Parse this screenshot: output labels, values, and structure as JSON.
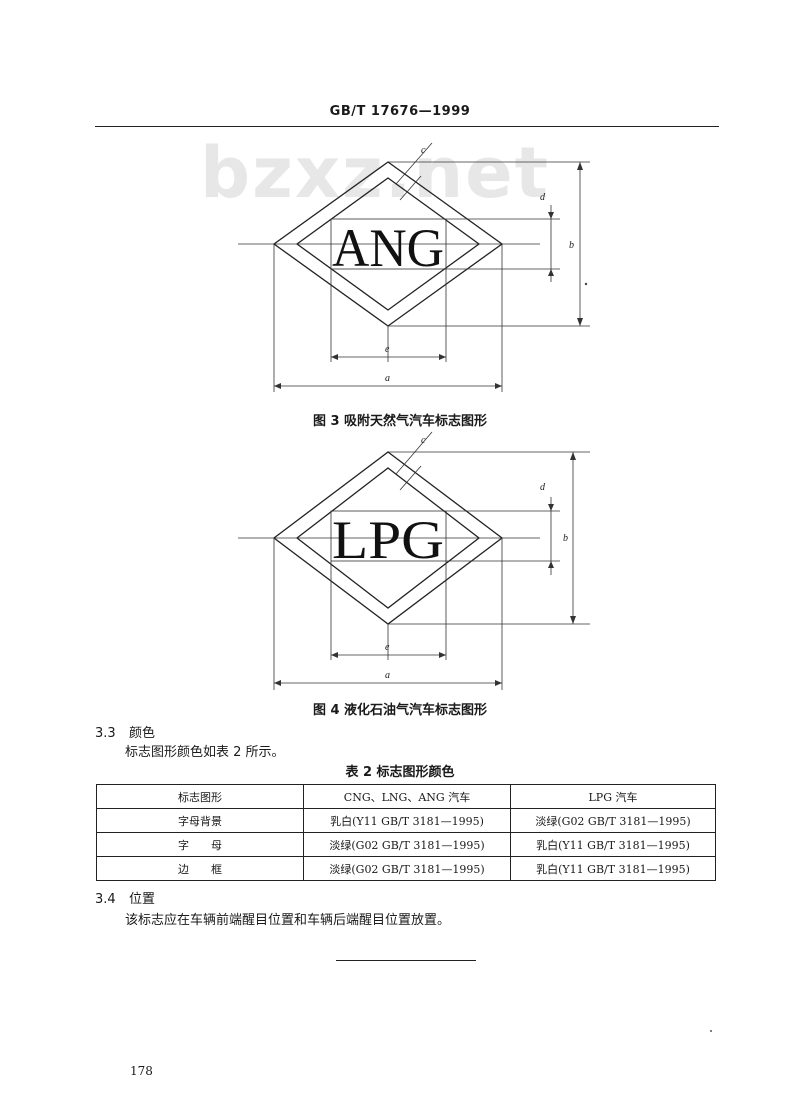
{
  "header": {
    "title": "GB/T 17676—1999"
  },
  "watermark": "bzxz.net",
  "figure3": {
    "letters": "ANG",
    "dims": {
      "a": "a",
      "b": "b",
      "c": "c",
      "d": "d",
      "e": "e"
    },
    "caption": "图 3   吸附天然气汽车标志图形"
  },
  "figure4": {
    "letters": "LPG",
    "dims": {
      "a": "a",
      "b": "b",
      "c": "c",
      "d": "d",
      "e": "e"
    },
    "caption": "图 4   液化石油气汽车标志图形"
  },
  "section_3_3": {
    "number": "3.3",
    "title": "颜色",
    "text": "标志图形颜色如表 2 所示。"
  },
  "table2": {
    "title": "表 2   标志图形颜色",
    "headers": [
      "标志图形",
      "CNG、LNG、ANG 汽车",
      "LPG 汽车"
    ],
    "rows": [
      [
        "字母背景",
        "乳白(Y11 GB/T 3181—1995)",
        "淡绿(G02 GB/T 3181—1995)"
      ],
      [
        "字　　母",
        "淡绿(G02 GB/T 3181—1995)",
        "乳白(Y11 GB/T 3181—1995)"
      ],
      [
        "边　　框",
        "淡绿(G02 GB/T 3181—1995)",
        "乳白(Y11 GB/T 3181—1995)"
      ]
    ]
  },
  "section_3_4": {
    "number": "3.4",
    "title": "位置",
    "text": "该标志应在车辆前端醒目位置和车辆后端醒目位置放置。"
  },
  "page_number": "178"
}
